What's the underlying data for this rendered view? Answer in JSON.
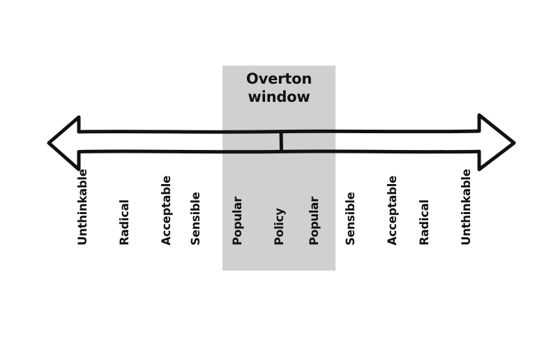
{
  "figure": {
    "title": "Overton window",
    "background_color": "#ffffff",
    "ink_color": "#111111",
    "window_fill_color": "#d0d0d0",
    "axis": {
      "type": "double-headed-horizontal-arrow",
      "style": "hand-drawn",
      "left_arrowhead": "left-arrow-head",
      "right_arrowhead": "right-arrow-head",
      "center_tick": "policy-tick"
    },
    "window_band": {
      "label": "Overton window",
      "covers": [
        "Popular",
        "Policy",
        "Popular"
      ]
    },
    "scale_labels": [
      {
        "text": "Unthinkable",
        "side": "left",
        "in_window": false
      },
      {
        "text": "Radical",
        "side": "left",
        "in_window": false
      },
      {
        "text": "Acceptable",
        "side": "left",
        "in_window": false
      },
      {
        "text": "Sensible",
        "side": "left",
        "in_window": false
      },
      {
        "text": "Popular",
        "side": "left",
        "in_window": true
      },
      {
        "text": "Policy",
        "side": "center",
        "in_window": true
      },
      {
        "text": "Popular",
        "side": "right",
        "in_window": true
      },
      {
        "text": "Sensible",
        "side": "right",
        "in_window": false
      },
      {
        "text": "Acceptable",
        "side": "right",
        "in_window": false
      },
      {
        "text": "Radical",
        "side": "right",
        "in_window": false
      },
      {
        "text": "Unthinkable",
        "side": "right",
        "in_window": false
      }
    ]
  }
}
